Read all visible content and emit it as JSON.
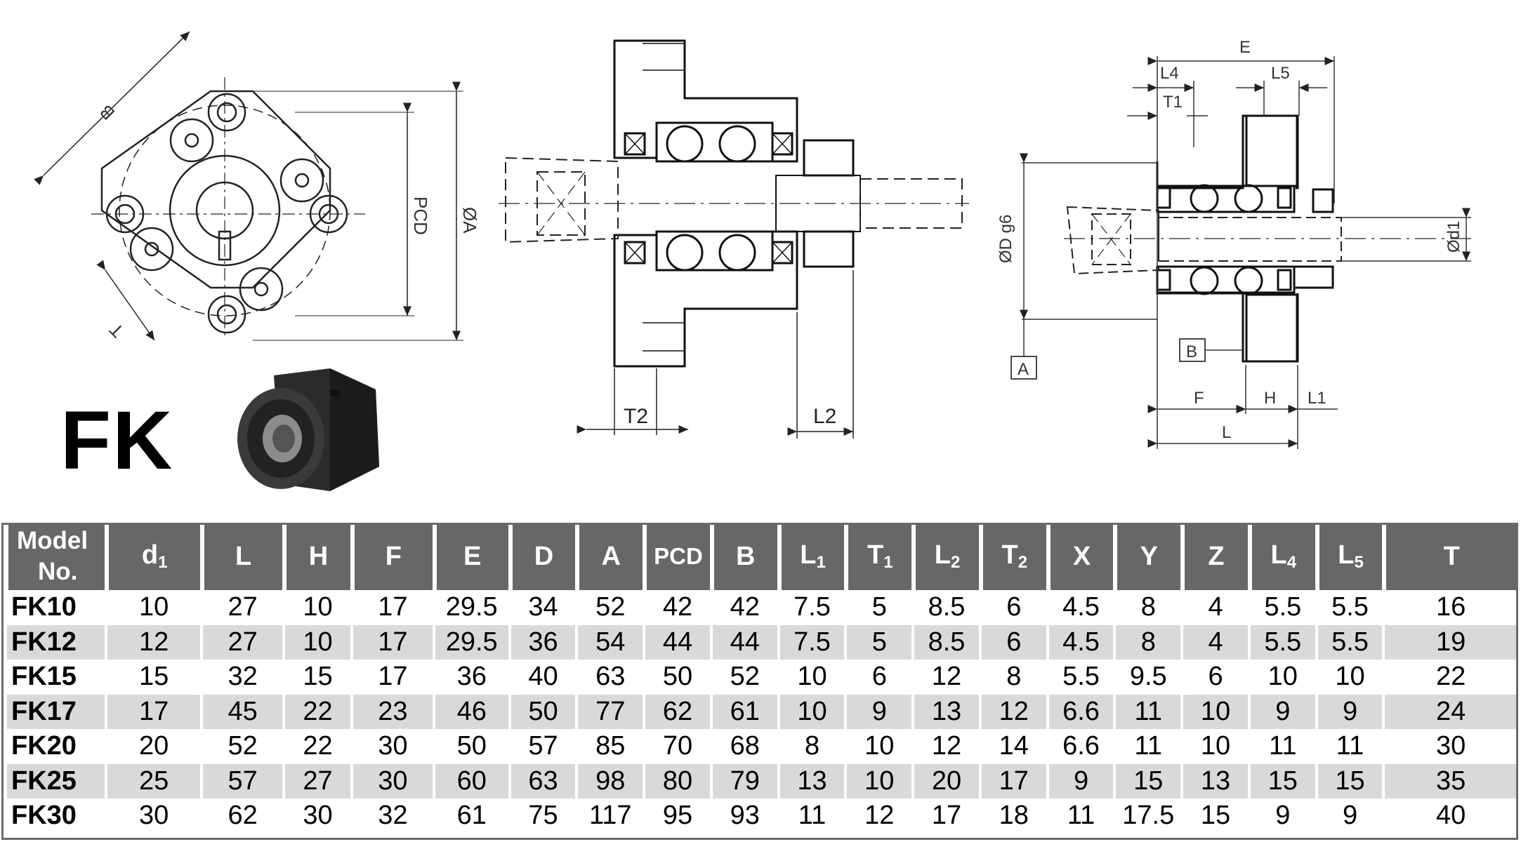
{
  "title": "FK",
  "drawing_labels": {
    "front": {
      "b": "B",
      "pcd": "PCD",
      "a": "ØA",
      "t": "T"
    },
    "section": {
      "t2": "T2",
      "l2": "L2"
    },
    "side": {
      "e": "E",
      "l4": "L4",
      "t1": "T1",
      "l5": "L5",
      "d": "ØD g6",
      "d1": "Ød1",
      "ref_a": "A",
      "ref_b": "B",
      "f": "F",
      "h": "H",
      "l1": "L1",
      "l": "L"
    }
  },
  "table": {
    "header_model_line1": "Model",
    "header_model_line2": "No.",
    "headers": [
      {
        "base": "d",
        "sub": "1"
      },
      {
        "base": "L",
        "sub": ""
      },
      {
        "base": "H",
        "sub": ""
      },
      {
        "base": "F",
        "sub": ""
      },
      {
        "base": "E",
        "sub": ""
      },
      {
        "base": "D",
        "sub": ""
      },
      {
        "base": "A",
        "sub": ""
      },
      {
        "base": "PCD",
        "sub": ""
      },
      {
        "base": "B",
        "sub": ""
      },
      {
        "base": "L",
        "sub": "1"
      },
      {
        "base": "T",
        "sub": "1"
      },
      {
        "base": "L",
        "sub": "2"
      },
      {
        "base": "T",
        "sub": "2"
      },
      {
        "base": "X",
        "sub": ""
      },
      {
        "base": "Y",
        "sub": ""
      },
      {
        "base": "Z",
        "sub": ""
      },
      {
        "base": "L",
        "sub": "4"
      },
      {
        "base": "L",
        "sub": "5"
      },
      {
        "base": "T",
        "sub": ""
      }
    ],
    "rows": [
      {
        "model": "FK10",
        "values": [
          "10",
          "27",
          "10",
          "17",
          "29.5",
          "34",
          "52",
          "42",
          "42",
          "7.5",
          "5",
          "8.5",
          "6",
          "4.5",
          "8",
          "4",
          "5.5",
          "5.5",
          "16"
        ]
      },
      {
        "model": "FK12",
        "values": [
          "12",
          "27",
          "10",
          "17",
          "29.5",
          "36",
          "54",
          "44",
          "44",
          "7.5",
          "5",
          "8.5",
          "6",
          "4.5",
          "8",
          "4",
          "5.5",
          "5.5",
          "19"
        ]
      },
      {
        "model": "FK15",
        "values": [
          "15",
          "32",
          "15",
          "17",
          "36",
          "40",
          "63",
          "50",
          "52",
          "10",
          "6",
          "12",
          "8",
          "5.5",
          "9.5",
          "6",
          "10",
          "10",
          "22"
        ]
      },
      {
        "model": "FK17",
        "values": [
          "17",
          "45",
          "22",
          "23",
          "46",
          "50",
          "77",
          "62",
          "61",
          "10",
          "9",
          "13",
          "12",
          "6.6",
          "11",
          "10",
          "9",
          "9",
          "24"
        ]
      },
      {
        "model": "FK20",
        "values": [
          "20",
          "52",
          "22",
          "30",
          "50",
          "57",
          "85",
          "70",
          "68",
          "8",
          "10",
          "12",
          "14",
          "6.6",
          "11",
          "10",
          "11",
          "11",
          "30"
        ]
      },
      {
        "model": "FK25",
        "values": [
          "25",
          "57",
          "27",
          "30",
          "60",
          "63",
          "98",
          "80",
          "79",
          "13",
          "10",
          "20",
          "17",
          "9",
          "15",
          "13",
          "15",
          "15",
          "35"
        ]
      },
      {
        "model": "FK30",
        "values": [
          "30",
          "62",
          "30",
          "32",
          "61",
          "75",
          "117",
          "95",
          "93",
          "11",
          "12",
          "17",
          "18",
          "11",
          "17.5",
          "15",
          "9",
          "9",
          "40"
        ]
      }
    ]
  },
  "colors": {
    "header_bg": "#676767",
    "stripe": "#d9d9d9",
    "line": "#222222"
  }
}
